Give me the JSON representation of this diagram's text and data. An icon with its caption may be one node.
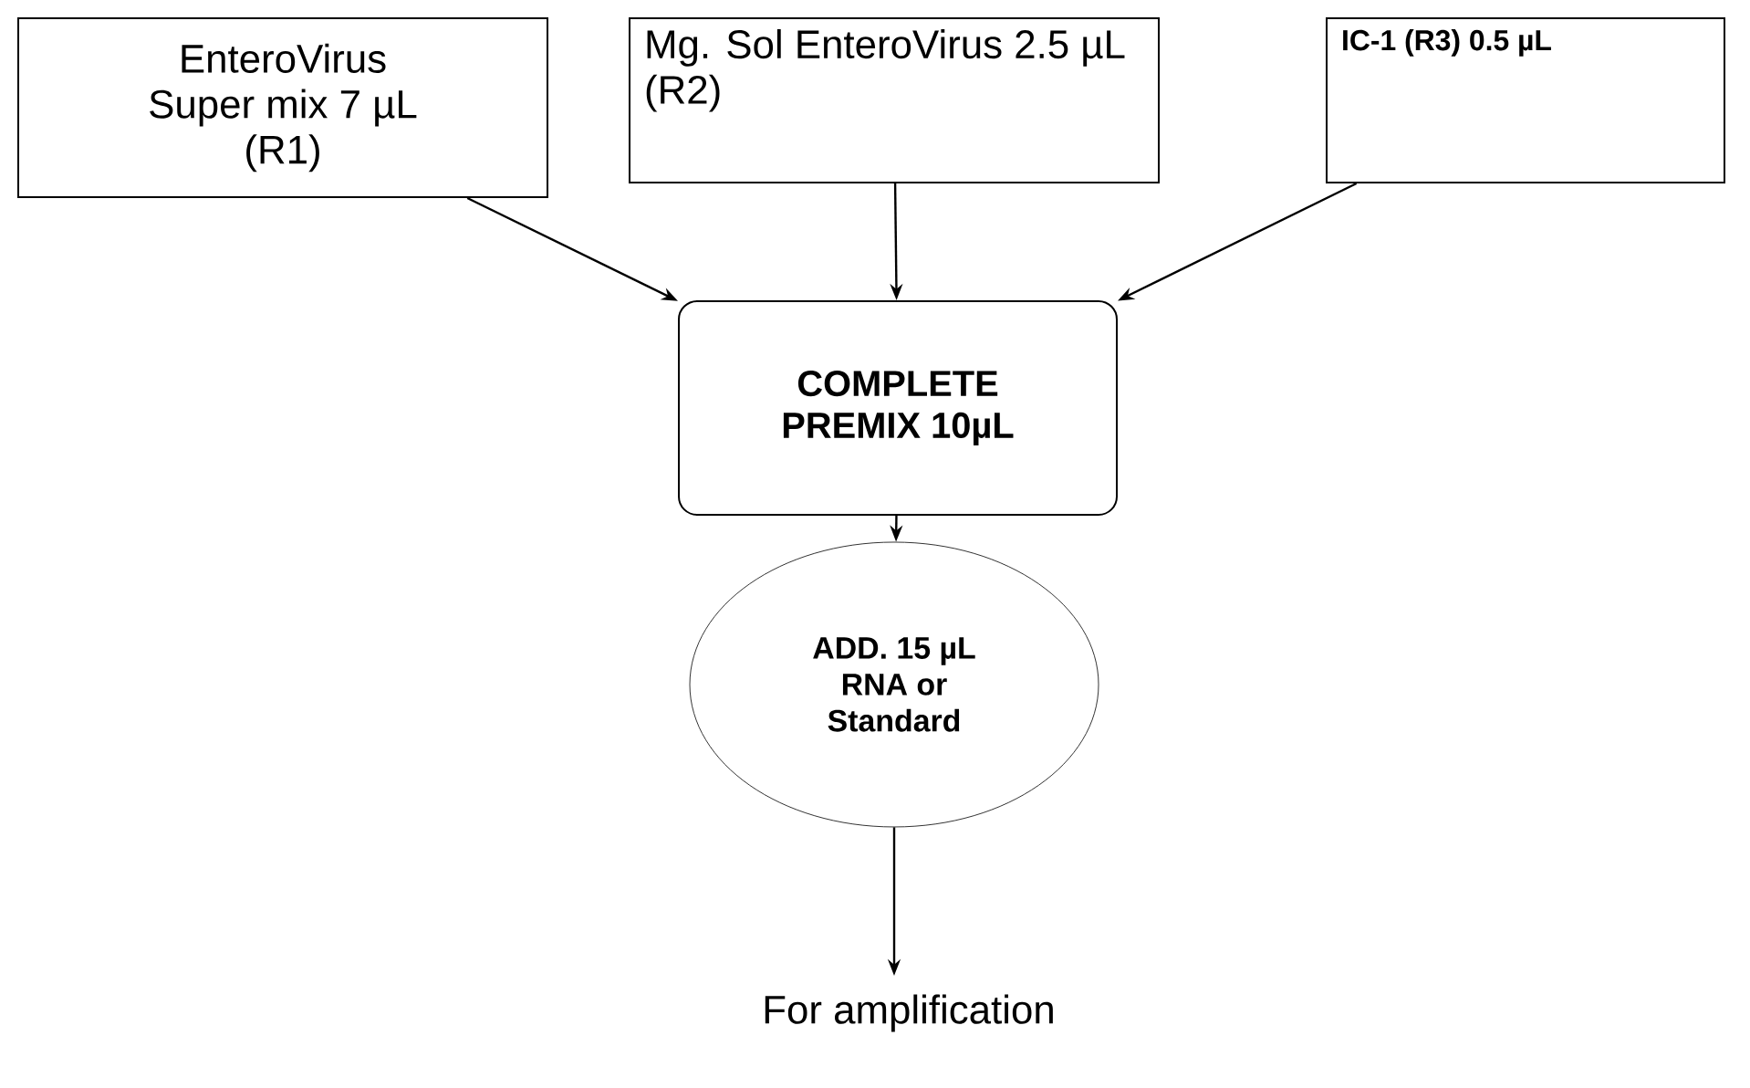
{
  "diagram": {
    "nodes": [
      {
        "text": [
          "EnteroVirus Super mix 7 µL (R1)"
        ]
      },
      {
        "text": [
          "Mg. Sol EnteroVirus 2.5 µL (R2)"
        ]
      },
      {
        "text": [
          "IC-1 (R3) 0.5 µL"
        ]
      },
      {
        "text": [
          "COMPLETE PREMIX 10µL"
        ]
      },
      {
        "text": [
          "ADD. 15 µL RNA or Standard"
        ]
      },
      {
        "text": [
          "For amplification"
        ]
      }
    ],
    "edges": [
      {
        "from": 0,
        "to": 3,
        "arrow": "to"
      },
      {
        "from": 1,
        "to": 3,
        "arrow": "to"
      },
      {
        "from": 2,
        "to": 3,
        "arrow": "to"
      },
      {
        "from": 3,
        "to": 4,
        "arrow": "to"
      },
      {
        "from": 4,
        "to": 5,
        "arrow": "to"
      }
    ]
  }
}
